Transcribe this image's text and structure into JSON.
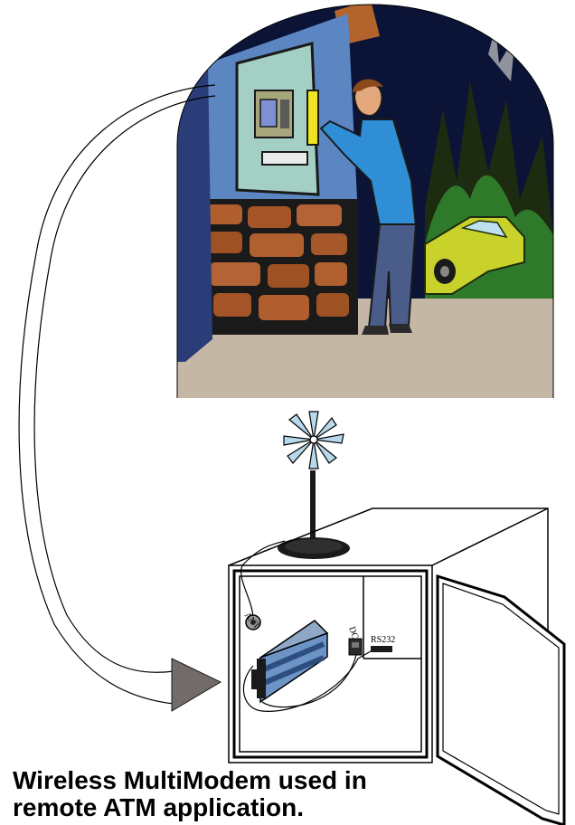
{
  "labels": {
    "ant": "ANT",
    "dc": "DC",
    "rs232": "RS232"
  },
  "caption": {
    "line1": "Wireless MultiModem used in",
    "line2": "remote ATM application."
  }
}
